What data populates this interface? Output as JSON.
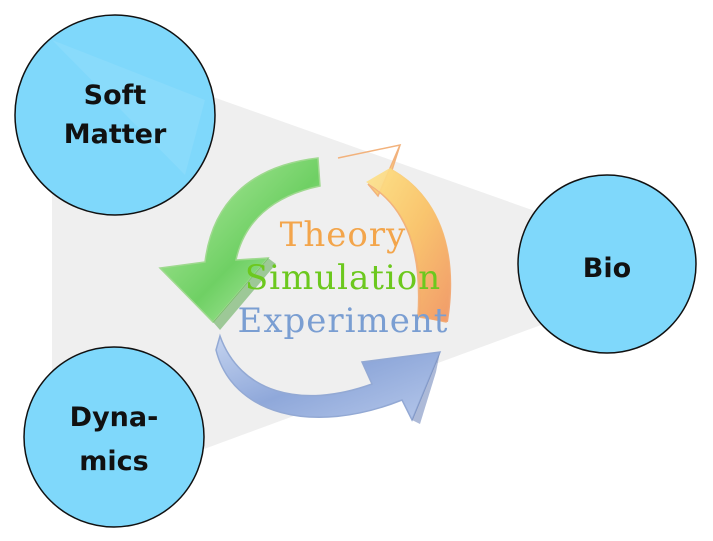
{
  "nodes": [
    {
      "id": "soft-matter",
      "lines": [
        "Soft",
        "Matter"
      ]
    },
    {
      "id": "bio",
      "lines": [
        "Bio"
      ]
    },
    {
      "id": "dynamics",
      "lines": [
        "Dyna-",
        "mics"
      ]
    }
  ],
  "cycle": {
    "words": [
      "Theory",
      "Simulation",
      "Experiment"
    ]
  },
  "colors": {
    "circle_fill": "#7fd8fb",
    "circle_stroke": "#111111",
    "background_triangle": "#efefef",
    "theory": "#f3a54b",
    "simulation": "#6cc81e",
    "experiment": "#7a9ed2",
    "arrow_green": "#74d46a",
    "arrow_orange": "#f6b26b",
    "arrow_blue": "#8ea6d8"
  }
}
